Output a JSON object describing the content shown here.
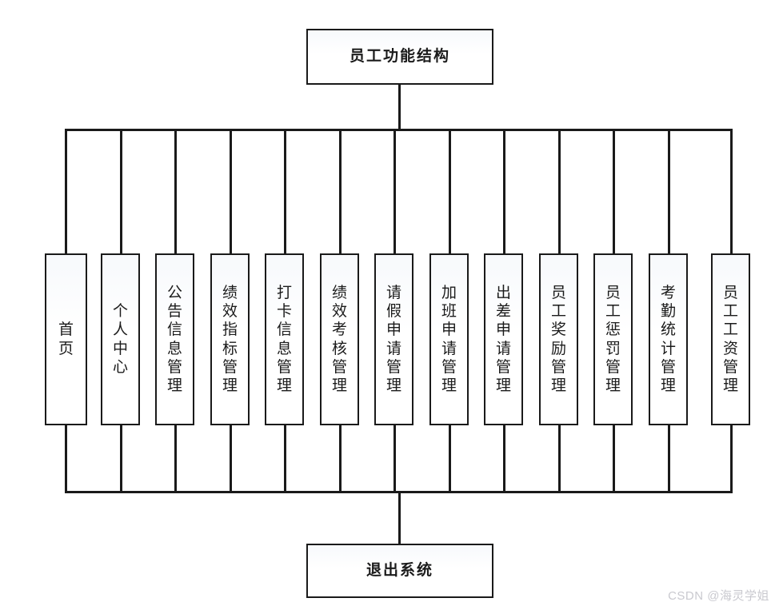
{
  "diagram": {
    "type": "tree-org-chart",
    "root": {
      "label": "员工功能结构"
    },
    "exit": {
      "label": "退出系统"
    },
    "leaves": [
      {
        "label": "首页"
      },
      {
        "label": "个人中心"
      },
      {
        "label": "公告信息管理"
      },
      {
        "label": "绩效指标管理"
      },
      {
        "label": "打卡信息管理"
      },
      {
        "label": "绩效考核管理"
      },
      {
        "label": "请假申请管理"
      },
      {
        "label": "加班申请管理"
      },
      {
        "label": "出差申请管理"
      },
      {
        "label": "员工奖励管理"
      },
      {
        "label": "员工惩罚管理"
      },
      {
        "label": "考勤统计管理"
      },
      {
        "label": "员工工资管理"
      }
    ],
    "extra_leaf": {
      "label": "员工工资管理"
    },
    "colors": {
      "stroke": "#1a1a1a",
      "fill": "#ffffff",
      "text": "#1b1b1b",
      "watermark": "#c9c9cf",
      "background": "#ffffff"
    }
  },
  "watermark": {
    "text": "CSDN @海灵学姐"
  }
}
